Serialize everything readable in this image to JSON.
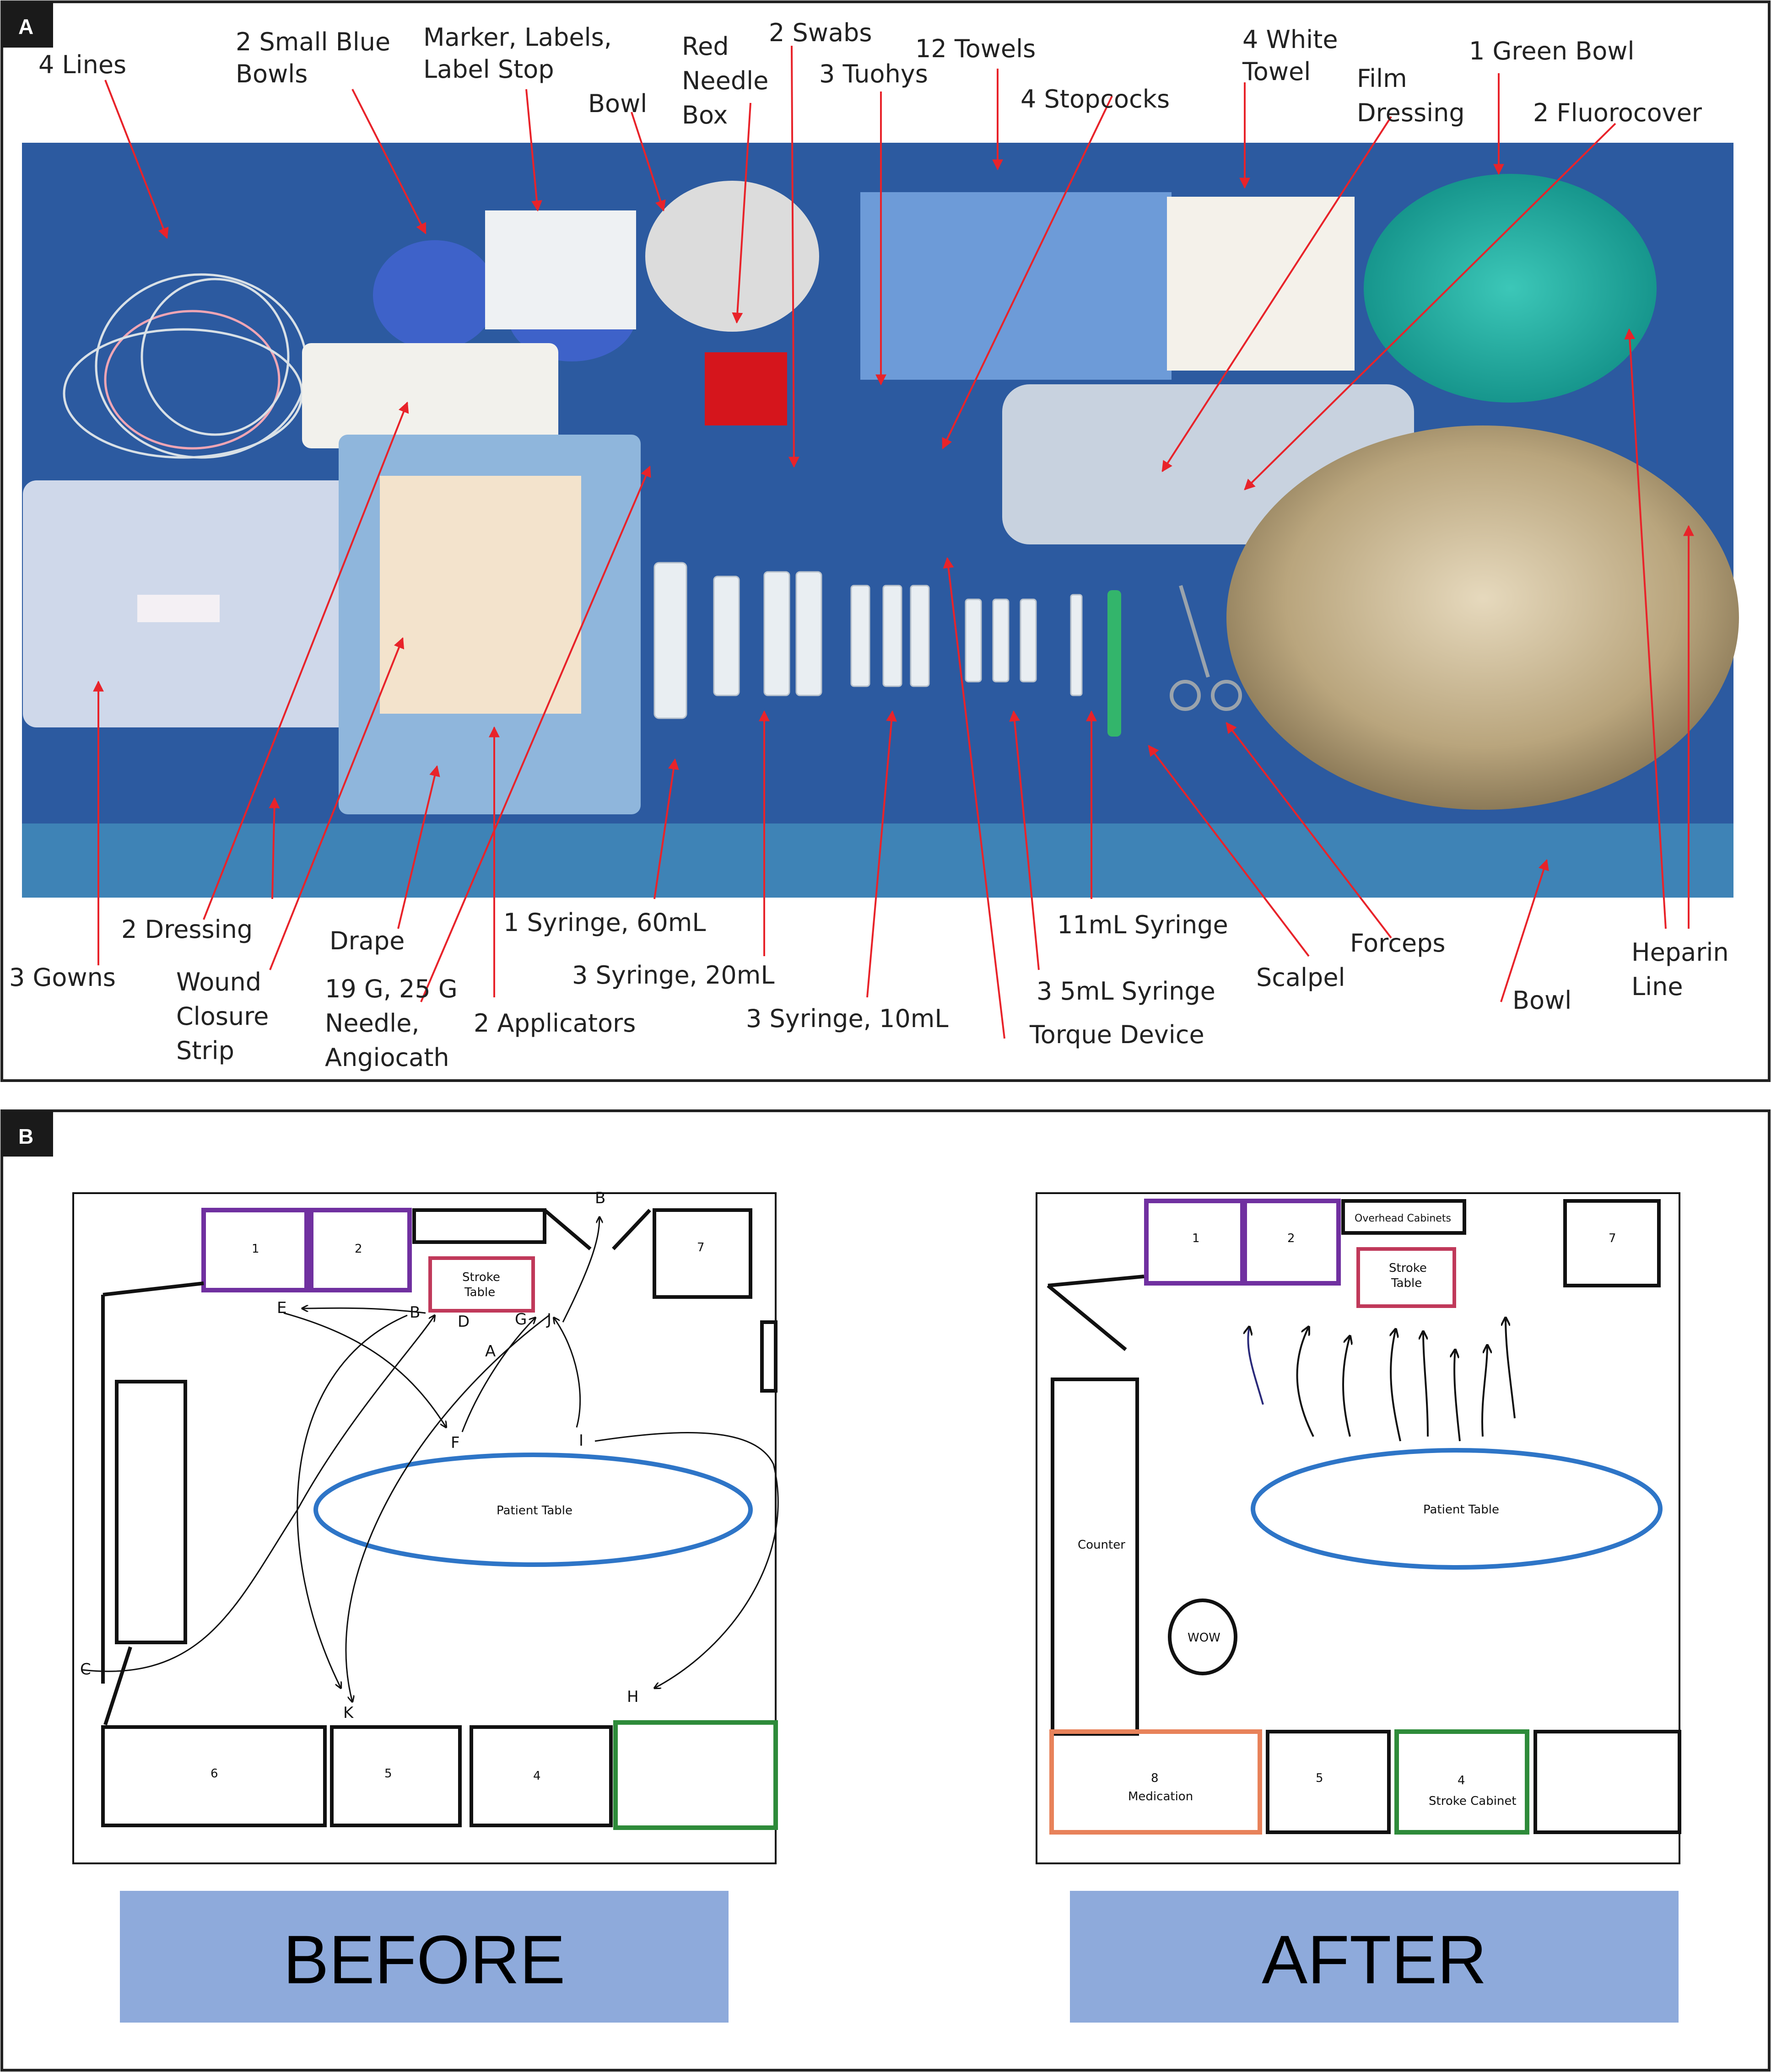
{
  "panelA": {
    "tag": "A",
    "labels": {
      "lines": "4 Lines",
      "small_blue_bowls_1": "2 Small Blue",
      "small_blue_bowls_2": "Bowls",
      "marker_1": "Marker, Labels,",
      "marker_2": "Label Stop",
      "bowl_top": "Bowl",
      "red_needle_1": "Red",
      "red_needle_2": "Needle",
      "red_needle_3": "Box",
      "swabs": "2 Swabs",
      "tuohys": "3 Tuohys",
      "towels": "12 Towels",
      "stopcocks": "4 Stopcocks",
      "white_towel_1": "4 White",
      "white_towel_2": "Towel",
      "film_1": "Film",
      "film_2": "Dressing",
      "green_bowl": "1 Green Bowl",
      "fluorocover": "2 Fluorocover",
      "gowns": "3 Gowns",
      "dressing": "2 Dressing",
      "wound_1": "Wound",
      "wound_2": "Closure",
      "wound_3": "Strip",
      "drape": "Drape",
      "needle_1": "19 G, 25 G",
      "needle_2": "Needle,",
      "needle_3": "Angiocath",
      "applicators": "2 Applicators",
      "syringe60": "1 Syringe, 60mL",
      "syringe20": "3 Syringe, 20mL",
      "syringe10": "3 Syringe, 10mL",
      "syringe11": "11mL Syringe",
      "syringe5": "3 5mL Syringe",
      "torque": "Torque Device",
      "scalpel": "Scalpel",
      "forceps": "Forceps",
      "bowl_bottom": "Bowl",
      "heparin_1": "Heparin",
      "heparin_2": "Line"
    }
  },
  "panelB": {
    "tag": "B",
    "before": {
      "caption": "BEFORE",
      "cab1": "1",
      "cab2": "2",
      "cab7": "7",
      "cab6": "6",
      "cab5": "5",
      "cab4": "4",
      "stroke_1": "Stroke",
      "stroke_2": "Table",
      "patient": "Patient Table",
      "letters": [
        "E",
        "B",
        "D",
        "A",
        "G",
        "J",
        "F",
        "I",
        "C",
        "K",
        "H",
        "B"
      ]
    },
    "after": {
      "caption": "AFTER",
      "cab1": "1",
      "cab2": "2",
      "overhead": "Overhead Cabinets",
      "cab7": "7",
      "stroke_1": "Stroke",
      "stroke_2": "Table",
      "patient": "Patient Table",
      "counter": "Counter",
      "wow": "WOW",
      "cab8": "8",
      "medication": "Medication",
      "cab5": "5",
      "cab4": "4",
      "stroke_cabinet": "Stroke Cabinet"
    }
  },
  "colors": {
    "drape_blue": "#2c5aa0",
    "arrow_red": "#e8232a",
    "caption_blue": "#8eaadb",
    "purple": "#7030a0",
    "maroon": "#c0395a",
    "green": "#2e8b3a",
    "orange": "#e8825a",
    "ellipse_blue": "#2e75c7"
  }
}
